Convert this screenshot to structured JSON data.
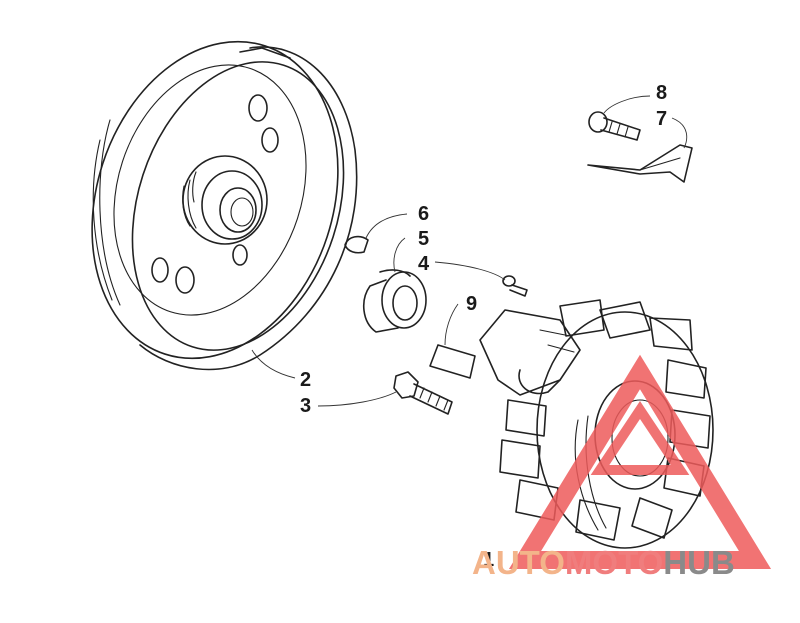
{
  "callouts": {
    "c1": "1",
    "c2": "2",
    "c3": "3",
    "c4": "4",
    "c5": "5",
    "c6": "6",
    "c7": "7",
    "c8": "8",
    "c9": "9"
  },
  "watermark": {
    "part1": "AUTO",
    "part2": "MOTO",
    "part3": "HUB",
    "colors": {
      "auto": "#f3b48a",
      "moto": "#f07d7d",
      "hub": "#8a8a8a",
      "triangle": "#ee5b5b"
    }
  }
}
